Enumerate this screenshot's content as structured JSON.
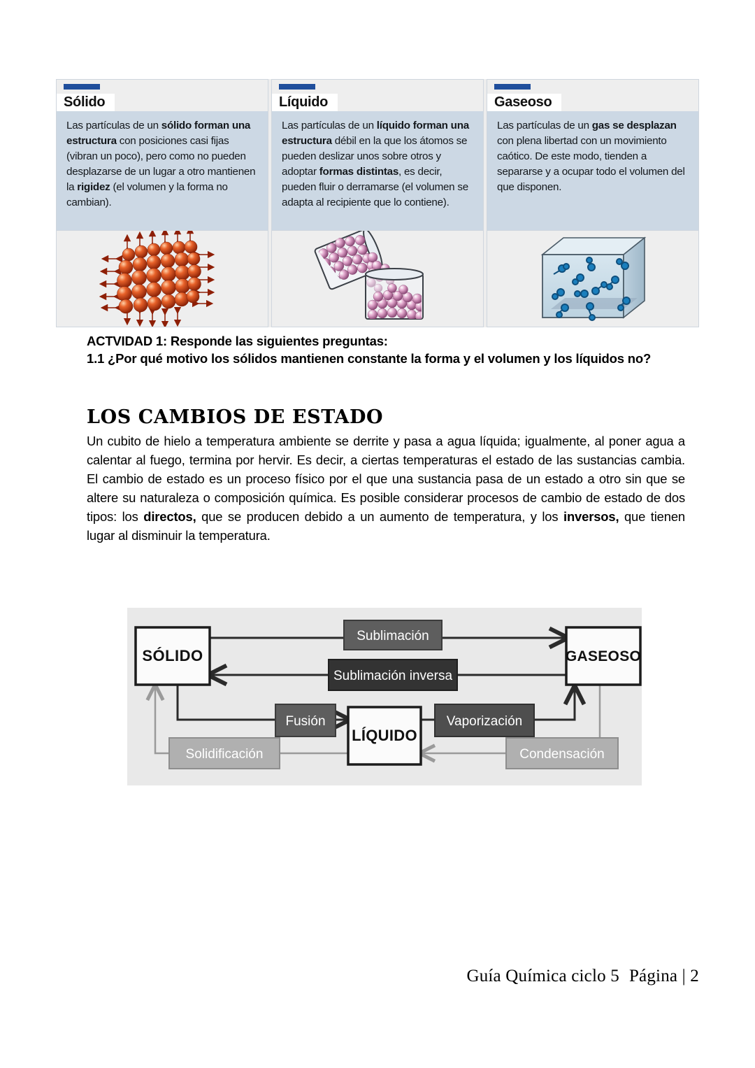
{
  "states_panels": [
    {
      "title": "Sólido",
      "icon": "solid-lattice-illustration",
      "text_parts": [
        {
          "t": "Las partículas de un ",
          "b": false
        },
        {
          "t": "sólido forman una estructura",
          "b": true
        },
        {
          "t": " con posiciones casi fijas (vibran un poco), pero como no pueden desplazarse de un lugar a otro mantienen la ",
          "b": false
        },
        {
          "t": "rigidez",
          "b": true
        },
        {
          "t": " (el volumen y la forma no cambian).",
          "b": false
        }
      ]
    },
    {
      "title": "Líquido",
      "icon": "liquid-beakers-illustration",
      "text_parts": [
        {
          "t": "Las partículas de un ",
          "b": false
        },
        {
          "t": "líquido forman una estructura",
          "b": true
        },
        {
          "t": " débil en la que los átomos se pueden deslizar unos sobre otros y adoptar ",
          "b": false
        },
        {
          "t": "formas distintas",
          "b": true
        },
        {
          "t": ", es decir, pueden fluir o derramarse (el volumen se adapta al recipiente que lo contiene).",
          "b": false
        }
      ]
    },
    {
      "title": "Gaseoso",
      "icon": "gas-cube-illustration",
      "text_parts": [
        {
          "t": "Las partículas de un ",
          "b": false
        },
        {
          "t": "gas se desplazan",
          "b": true
        },
        {
          "t": " con plena libertad con un movimiento caótico. De este modo, tienden a separarse y a ocupar todo el volumen del que disponen.",
          "b": false
        }
      ]
    }
  ],
  "activity": {
    "heading": "ACTVIDAD 1: Responde las siguientes preguntas:",
    "question": "1.1 ¿Por qué motivo los sólidos mantienen constante la forma y el volumen y los líquidos no?"
  },
  "section": {
    "heading": "LOS CAMBIOS DE ESTADO",
    "paragraph_parts": [
      {
        "t": "Un cubito de hielo a temperatura ambiente se derrite y pasa a agua líquida;  igualmente, al poner agua a calentar al fuego, termina por hervir. Es decir,  a ciertas temperaturas el estado de las sustancias cambia.  El cambio de estado es un proceso físico por el que una sustancia pasa  de un estado a otro sin que se altere su naturaleza o composición química.   Es posible considerar procesos de cambio de estado de dos tipos: los ",
        "b": false
      },
      {
        "t": "directos,",
        "b": true
      },
      {
        "t": "  que se producen debido a un aumento de temperatura, y los ",
        "b": false
      },
      {
        "t": "inversos,",
        "b": true
      },
      {
        "t": " que tienen lugar al disminuir la temperatura.",
        "b": false
      }
    ]
  },
  "diagram": {
    "nodes": {
      "solid": "SÓLIDO",
      "liquid": "LÍQUIDO",
      "gas": "GASEOSO"
    },
    "transitions": [
      {
        "label": "Sublimación",
        "from": "solid",
        "to": "gas",
        "kind": "direct",
        "tone": "medium-dark"
      },
      {
        "label": "Sublimación inversa",
        "from": "gas",
        "to": "solid",
        "kind": "inverse",
        "tone": "dark"
      },
      {
        "label": "Fusión",
        "from": "solid",
        "to": "liquid",
        "kind": "direct",
        "tone": "medium-dark"
      },
      {
        "label": "Vaporización",
        "from": "liquid",
        "to": "gas",
        "kind": "direct",
        "tone": "dark-gray"
      },
      {
        "label": "Condensación",
        "from": "gas",
        "to": "liquid",
        "kind": "inverse",
        "tone": "light"
      },
      {
        "label": "Solidificación",
        "from": "liquid",
        "to": "solid",
        "kind": "inverse",
        "tone": "light"
      }
    ],
    "colors": {
      "background": "#e9e9e9",
      "node_fill": "#fbfbfb",
      "node_stroke": "#1c1c1c",
      "dark_label": "#333333",
      "medium_label": "#5e5e5e",
      "light_label": "#b0b0b0",
      "dark_arrow": "#2b2b2b",
      "light_arrow": "#9a9a9a"
    }
  },
  "footer": {
    "guide": "Guía Química ciclo 5",
    "page": "Página | 2"
  },
  "accent_color": "#1f4e9c"
}
